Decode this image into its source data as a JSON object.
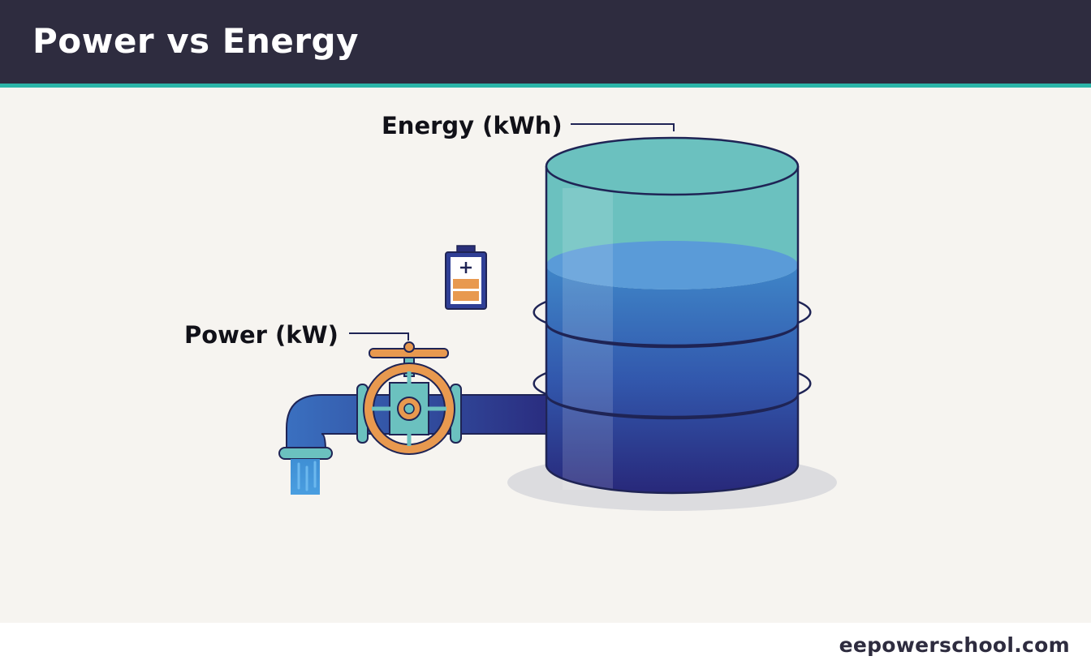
{
  "header": {
    "title": "Power vs Energy"
  },
  "diagram": {
    "tank_label": "Energy (kWh)",
    "valve_label": "Power (kW)",
    "icons": [
      "water-tank-icon",
      "valve-wheel-icon",
      "faucet-pipe-icon",
      "battery-icon"
    ],
    "colors": {
      "header_bg": "#2e2c3f",
      "accent": "#2bb5a8",
      "water": "#3a5fbf",
      "valve": "#e8994f",
      "tank_top": "#6bc1bf"
    }
  },
  "footer": {
    "credit": "eepowerschool.com"
  }
}
